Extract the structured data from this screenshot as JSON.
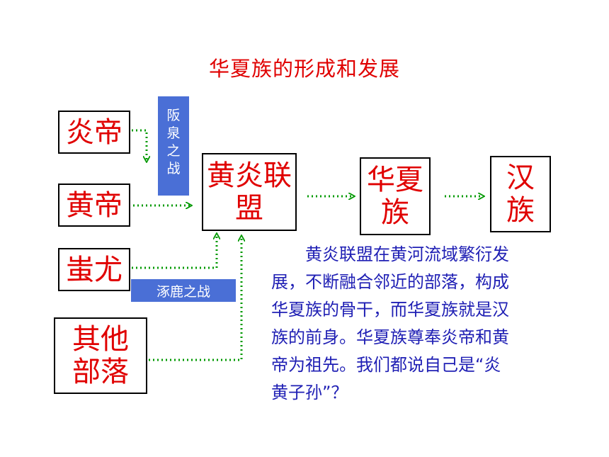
{
  "title": "华夏族的形成和发展",
  "boxes": {
    "yandi": "炎帝",
    "huangdi": "黄帝",
    "chiyou": "蚩尤",
    "others_line1": "其他",
    "others_line2": "部落",
    "alliance_line1": "黄炎联",
    "alliance_line2": "盟",
    "huaxia_line1": "华夏",
    "huaxia_line2": "族",
    "han_line1": "汉",
    "han_line2": "族"
  },
  "labels": {
    "banquan": [
      "阪",
      "泉",
      "之",
      "战"
    ],
    "zhuolu": "涿鹿之战"
  },
  "paragraph": [
    "　　黄炎联盟在黄河流域繁衍发",
    "展，不断融合邻近的部落，构成",
    "华夏族的骨干，而华夏族就是汉",
    "族的前身。华夏族尊奉炎帝和黄",
    "帝为祖先。我们都说自己是“炎",
    "黄子孙”？"
  ],
  "colors": {
    "title": "#e00000",
    "box_text": "#e00000",
    "label_bg": "#4a6fd6",
    "arrow": "#009900",
    "paragraph": "#1f1fb4"
  }
}
